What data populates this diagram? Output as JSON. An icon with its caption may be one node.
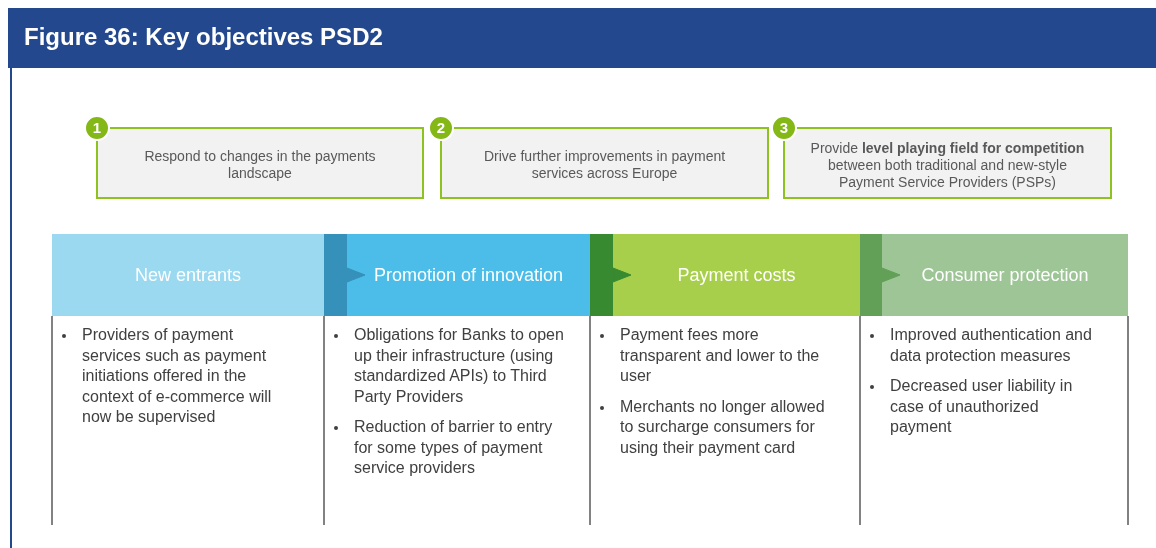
{
  "diagram": {
    "title": "Figure 36: Key objectives PSD2",
    "nodes": [
      {
        "text": [
          "1",
          "Respond to changes in the payments landscape"
        ]
      },
      {
        "text": [
          "2",
          "Drive further improvements in payment services across Europe"
        ]
      },
      {
        "text": [
          "3",
          "Provide **level playing field for competition** between both traditional and new-style Payment Service Providers (PSPs)"
        ]
      },
      {
        "text": [
          "New entrants"
        ],
        "beside": [
          "Providers of payment services such as payment initiations offered in the context of e-commerce will now be supervised"
        ]
      },
      {
        "text": [
          "Promotion of innovation"
        ],
        "beside": [
          "Obligations for Banks to open up their infrastructure (using standardized APIs) to Third Party Providers",
          "Reduction of barrier to entry for some types of payment service providers"
        ]
      },
      {
        "text": [
          "Payment costs"
        ],
        "beside": [
          "Payment fees more transparent and lower to the user",
          "Merchants no longer allowed to surcharge consumers for using their payment card"
        ]
      },
      {
        "text": [
          "Consumer protection"
        ],
        "beside": [
          "Improved authentication and data protection measures",
          "Decreased user liability in case of unauthorized payment"
        ]
      }
    ],
    "edges": [
      {
        "from": 3,
        "to": 4,
        "arrow": "to",
        "color": "#3591b9"
      },
      {
        "from": 4,
        "to": 5,
        "arrow": "to",
        "color": "#378a2f"
      },
      {
        "from": 5,
        "to": 6,
        "arrow": "to",
        "color": "#62a057"
      }
    ]
  }
}
